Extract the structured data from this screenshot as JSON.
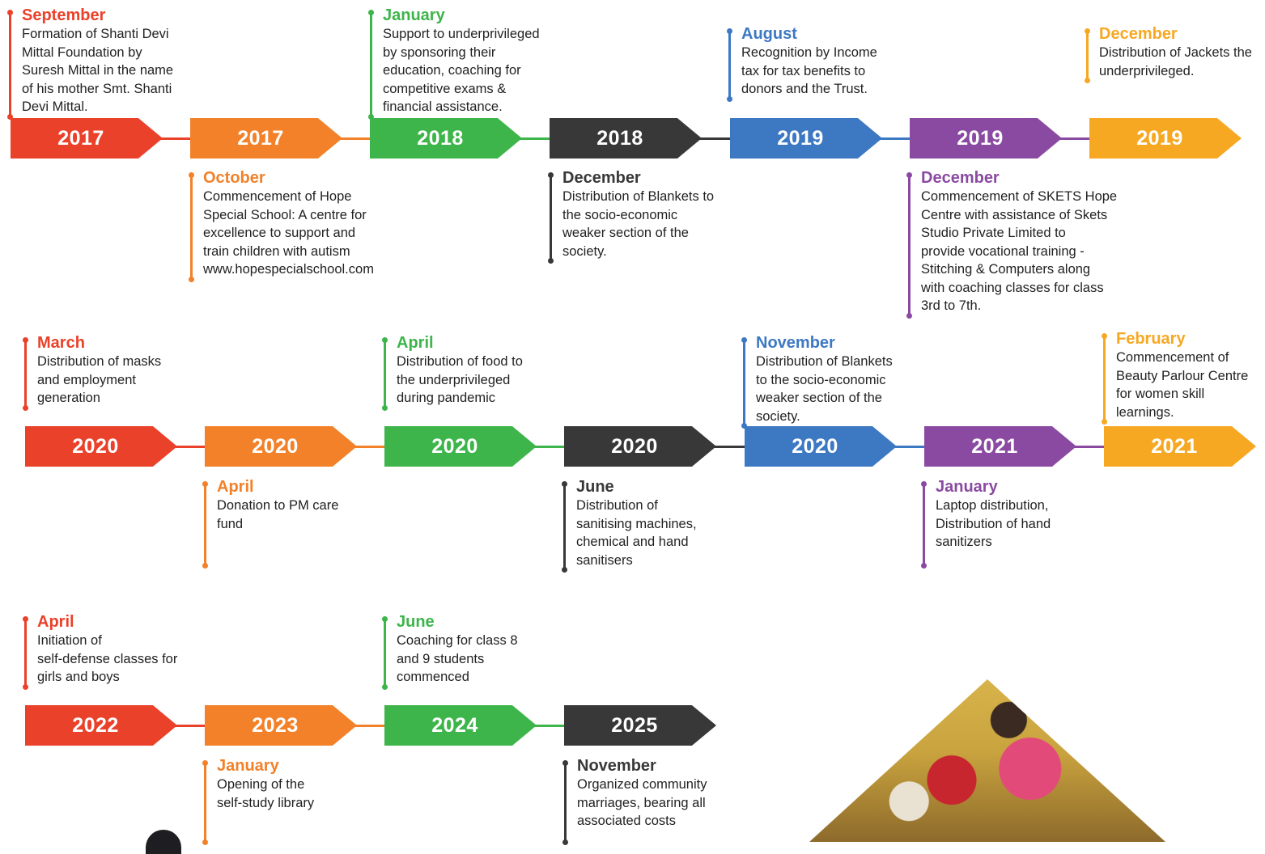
{
  "colors": {
    "red": "#ea412a",
    "orange": "#f28129",
    "green": "#3db54a",
    "dark": "#383839",
    "blue": "#3d78c3",
    "purple": "#8a4aa1",
    "yellow": "#f7a823"
  },
  "rows": [
    {
      "years": [
        "2017",
        "2017",
        "2018",
        "2018",
        "2019",
        "2019",
        "2019"
      ],
      "events": [
        {
          "month": "September",
          "text": "Formation of Shanti Devi\nMittal Foundation by\nSuresh Mittal in the name\nof his mother Smt. Shanti\nDevi Mittal."
        },
        {
          "month": "October",
          "text": "Commencement of Hope\nSpecial School: A centre for\nexcellence to support and\ntrain children with autism\nwww.hopespecialschool.com"
        },
        {
          "month": "January",
          "text": "Support to underprivileged\nby sponsoring their\neducation, coaching for\ncompetitive exams &\nfinancial assistance."
        },
        {
          "month": "December",
          "text": "Distribution of Blankets to\nthe socio-economic\nweaker section of the\nsociety."
        },
        {
          "month": "August",
          "text": "Recognition by Income\ntax for tax benefits to\ndonors and the Trust."
        },
        {
          "month": "December",
          "text": "Commencement of SKETS Hope\nCentre with assistance of Skets\nStudio Private Limited to\nprovide vocational training -\nStitching & Computers along\nwith coaching classes for class\n3rd to 7th."
        },
        {
          "month": "December",
          "text": "Distribution of Jackets the\nunderprivileged."
        }
      ]
    },
    {
      "years": [
        "2020",
        "2020",
        "2020",
        "2020",
        "2020",
        "2021",
        "2021"
      ],
      "events": [
        {
          "month": "March",
          "text": "Distribution of masks\nand employment\ngeneration"
        },
        {
          "month": "April",
          "text": "Donation to PM care\nfund"
        },
        {
          "month": "April",
          "text": "Distribution of food to\nthe underprivileged\nduring pandemic"
        },
        {
          "month": "June",
          "text": "Distribution of\nsanitising machines,\nchemical and hand\nsanitisers"
        },
        {
          "month": "November",
          "text": "Distribution of Blankets\nto the socio-economic\nweaker section of the\nsociety."
        },
        {
          "month": "January",
          "text": "Laptop distribution,\nDistribution of hand\nsanitizers"
        },
        {
          "month": "February",
          "text": "Commencement of\nBeauty Parlour Centre\nfor women skill\nlearnings."
        }
      ]
    },
    {
      "years": [
        "2022",
        "2023",
        "2024",
        "2025"
      ],
      "events": [
        {
          "month": "April",
          "text": "Initiation of\nself-defense classes for\ngirls and boys"
        },
        {
          "month": "January",
          "text": "Opening of the\nself-study library"
        },
        {
          "month": "June",
          "text": "Coaching for class 8\nand 9 students\ncommenced"
        },
        {
          "month": "November",
          "text": "Organized community\nmarriages, bearing all\nassociated costs"
        }
      ]
    }
  ]
}
